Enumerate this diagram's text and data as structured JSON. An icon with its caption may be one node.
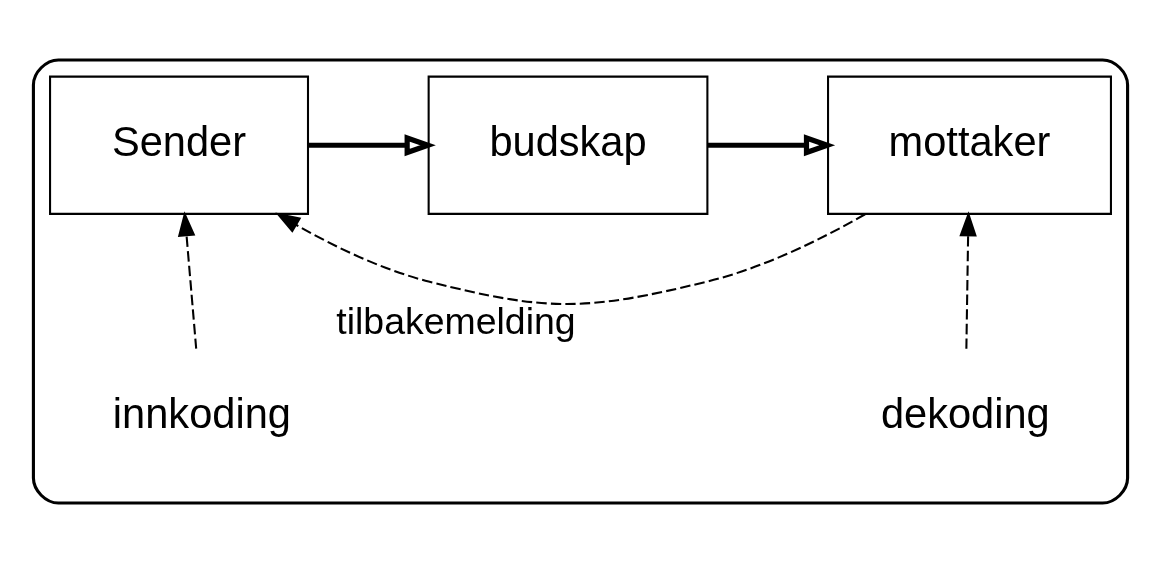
{
  "diagram": {
    "nodes": [
      {
        "text": [],
        "shape": "box"
      },
      {
        "text": [
          "Sender"
        ],
        "in": 0
      },
      {
        "text": [
          "budskap"
        ],
        "in": 0
      },
      {
        "text": [
          "mottaker"
        ],
        "in": 0
      },
      {
        "text": [
          "innkoding"
        ],
        "in": 0
      },
      {
        "text": [
          "dekoding"
        ],
        "in": 0
      }
    ],
    "edges": [
      {
        "from": 1,
        "to": 2,
        "arrow": "to",
        "style": "thick"
      },
      {
        "from": 2,
        "to": 3,
        "arrow": "to",
        "style": "thick"
      },
      {
        "from": 4,
        "to": 1,
        "arrow": "to",
        "style": "dashed"
      },
      {
        "from": 5,
        "to": 3,
        "arrow": "to",
        "style": "dashed"
      },
      {
        "from": 3,
        "to": 1,
        "arrow": "to",
        "style": "dashed",
        "label": "tilbakemelding"
      }
    ]
  }
}
